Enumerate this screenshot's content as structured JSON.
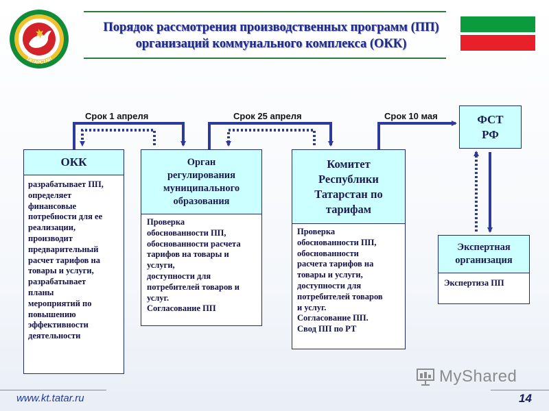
{
  "title": {
    "line1": "Порядок рассмотрения производственных программ (ПП)",
    "line2": "организаций коммунального комплекса (ОКК)"
  },
  "deadlines": {
    "d1": "Срок 1 апреля",
    "d2": "Срок 25 апреля",
    "d3": "Срок 10 мая"
  },
  "boxes": {
    "okk": {
      "header": "ОКК",
      "body": "разрабатывает ПП,\nопределяет\nфинансовые\nпотребности для ее\nреализации,\nпроизводит\nпредварительный\nрасчет тарифов на\nтовары и услуги,\nразрабатывает\nпланы\nмероприятий по\nповышению\nэффективности\nдеятельности"
    },
    "organ": {
      "header": "Орган\nрегулирования\nмуниципального\nобразования",
      "body": "Проверка\nобоснованности ПП,\nобоснованности расчета\nтарифов на товары и\nуслуги,\nдоступности для\nпотребителей товаров и\nуслуг.\nСогласование ПП"
    },
    "committee": {
      "header": "Комитет\nРеспублики\nТатарстан по\nтарифам",
      "body": "Проверка\nобоснованности ПП,\nобоснованности\nрасчета тарифов на\nтовары и услуги,\nдоступности для\nпотребителей товаров\nи услуг.\nСогласование ПП.\nСвод  ПП  по РТ"
    },
    "fst": {
      "header": "ФСТ\nРФ"
    },
    "expert": {
      "header": "Экспертная\nорганизация",
      "body": "Экспертиза  ПП"
    }
  },
  "emblem_text": "ТАТАРСТАН",
  "footer": {
    "url": "www.kt.tatar.ru",
    "page": "14"
  },
  "watermark": "MyShared",
  "colors": {
    "title": "#1f2a84",
    "header_fill": "#ccffff",
    "arrow": "#2e3a9a",
    "flag_green": "#0b9a3c",
    "flag_red": "#e8202a",
    "emblem_red": "#d2232a",
    "emblem_gold": "#f2c12e"
  }
}
